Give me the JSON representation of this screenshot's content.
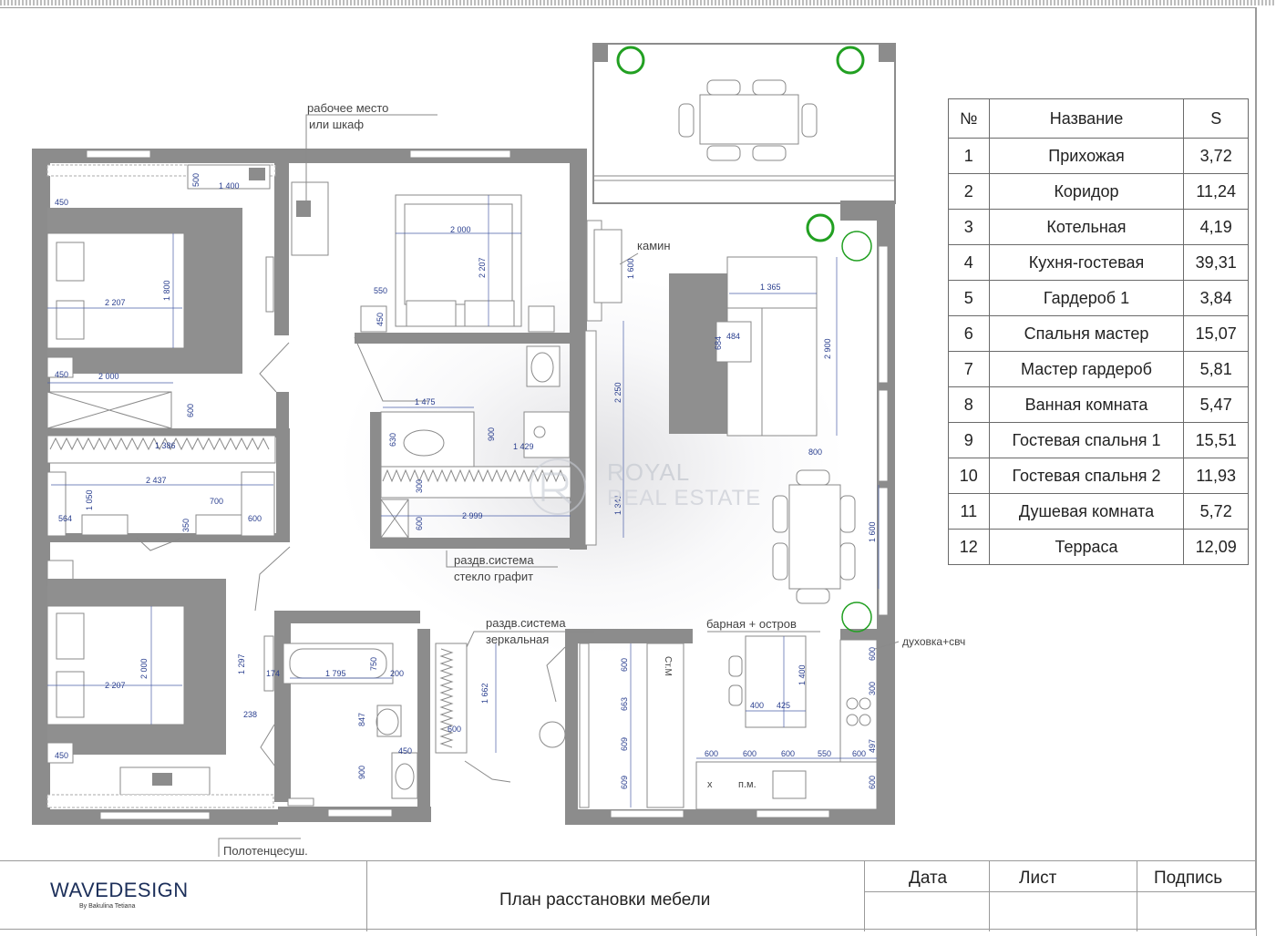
{
  "drawing": {
    "annotations": {
      "workplace": "рабочее место",
      "workplace2": "или шкаф",
      "fireplace": "камин",
      "sliding_glass": "раздв.система",
      "sliding_glass2": "стекло графит",
      "sliding_mirror": "раздв.система",
      "sliding_mirror2": "зеркальная",
      "bar_island": "барная + остров",
      "oven": "духовка+свч",
      "towel_dryer": "Полотенцесуш.",
      "dishwasher": "п.м.",
      "fridge": "х",
      "washer": "Ст.М"
    },
    "dimensions": {
      "d450a": "450",
      "d500": "500",
      "d1400a": "1 400",
      "d2207a": "2 207",
      "d1800": "1 800",
      "d450b": "450",
      "d2000a": "2 000",
      "d600a": "600",
      "d1386": "1 386",
      "d2437": "2 437",
      "d1050": "1 050",
      "d700": "700",
      "d564": "564",
      "d350": "350",
      "d600b": "600",
      "d2207b": "2 207",
      "d2000b": "2 000",
      "d1297": "1 297",
      "d174": "174",
      "d238": "238",
      "d450c": "450",
      "d2000c": "2 000",
      "d2207c": "2 207",
      "d550": "550",
      "d450d": "450",
      "d1475": "1 475",
      "d630": "630",
      "d900a": "900",
      "d1429": "1 429",
      "d300": "300",
      "d600c": "600",
      "d2999": "2 999",
      "d1600a": "1 600",
      "d2250": "2 250",
      "d1341": "1 341",
      "d1365": "1 365",
      "d684": "684",
      "d484": "484",
      "d2900": "2 900",
      "d800": "800",
      "d1600b": "1 600",
      "d1795": "1 795",
      "d750": "750",
      "d200": "200",
      "d847": "847",
      "d450e": "450",
      "d900b": "900",
      "d1662": "1 662",
      "d600d": "600",
      "d600e": "600",
      "d663": "663",
      "d609a": "609",
      "d609b": "609",
      "d1400b": "1 400",
      "d400": "400",
      "d425": "425",
      "d600f": "600",
      "d600g": "600",
      "d600h": "600",
      "d550b": "550",
      "d600i": "600",
      "d600j": "600",
      "d300b": "300",
      "d497": "497",
      "d600k": "600"
    },
    "watermark": {
      "line1": "ROYAL",
      "line2": "REAL ESTATE"
    }
  },
  "schedule": {
    "headers": {
      "num": "№",
      "name": "Название",
      "area": "S"
    },
    "rows": [
      {
        "num": "1",
        "name": "Прихожая",
        "area": "3,72"
      },
      {
        "num": "2",
        "name": "Коридор",
        "area": "11,24"
      },
      {
        "num": "3",
        "name": "Котельная",
        "area": "4,19"
      },
      {
        "num": "4",
        "name": "Кухня-гостевая",
        "area": "39,31"
      },
      {
        "num": "5",
        "name": "Гардероб 1",
        "area": "3,84"
      },
      {
        "num": "6",
        "name": "Спальня мастер",
        "area": "15,07"
      },
      {
        "num": "7",
        "name": "Мастер гардероб",
        "area": "5,81"
      },
      {
        "num": "8",
        "name": "Ванная комната",
        "area": "5,47"
      },
      {
        "num": "9",
        "name": "Гостевая спальня 1",
        "area": "15,51"
      },
      {
        "num": "10",
        "name": "Гостевая спальня 2",
        "area": "11,93"
      },
      {
        "num": "11",
        "name": "Душевая комната",
        "area": "5,72"
      },
      {
        "num": "12",
        "name": "Терраса",
        "area": "12,09"
      }
    ]
  },
  "title_block": {
    "brand": "WAVEDESIGN",
    "brand_sub": "By Bakulina Tetiana",
    "plan_title": "План расстановки мебели",
    "col_date": "Дата",
    "col_sheet": "Лист",
    "col_signature": "Подпись"
  },
  "colors": {
    "wall": "#8c8c8c",
    "brand": "#1c2f5a",
    "dimension": "#2a3f8f",
    "plant": "#22a022"
  }
}
